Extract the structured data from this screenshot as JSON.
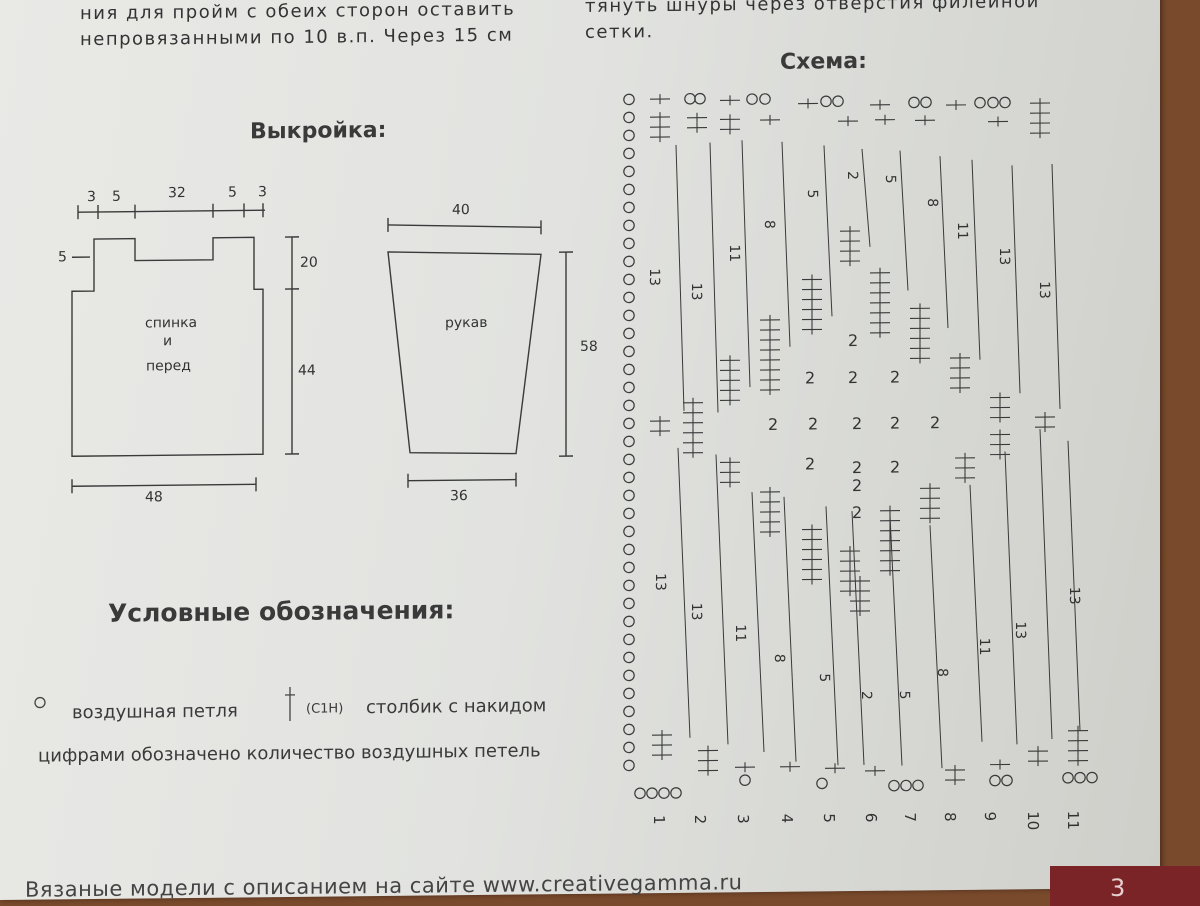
{
  "top_text": {
    "left": "ния для пройм с обеих сторон оставить непровязанными по 10 в.п. Через 15 см",
    "right": "тянуть шнуры через отверстия филейной сетки."
  },
  "pattern": {
    "heading": "Выкройка:",
    "body": {
      "label_line1": "спинка",
      "label_line2": "и",
      "label_line3": "перед",
      "top_dims": [
        "3",
        "5",
        "32",
        "5",
        "3"
      ],
      "left_dim": "5",
      "right_dims": [
        "20",
        "44"
      ],
      "bottom_dim": "48"
    },
    "sleeve": {
      "label": "рукав",
      "top_dim": "40",
      "right_dim": "58",
      "bottom_dim": "36"
    }
  },
  "chart": {
    "heading": "Схема:",
    "column_numbers": [
      "1",
      "2",
      "3",
      "4",
      "5",
      "6",
      "7",
      "8",
      "9",
      "10",
      "11"
    ],
    "chain_counts_top": [
      "13",
      "13",
      "11",
      "8",
      "5",
      "2",
      "5",
      "8",
      "11",
      "13",
      "13"
    ],
    "chain_counts_middle": [
      "2",
      "2",
      "2",
      "2",
      "2",
      "2",
      "2",
      "2",
      "2",
      "2",
      "2",
      "2",
      "2",
      "2"
    ],
    "chain_counts_bottom": [
      "13",
      "13",
      "11",
      "8",
      "5",
      "2",
      "5",
      "8",
      "11",
      "13",
      "13"
    ]
  },
  "legend": {
    "heading": "Условные обозначения:",
    "chain_label": "воздушная петля",
    "dc_code": "(С1Н)",
    "dc_label": "столбик с накидом",
    "numbers_note": "цифрами обозначено количество воздушных петель"
  },
  "footer": {
    "text": "Вязаные модели с описанием на сайте www.creativegamma.ru",
    "page_number": "3"
  },
  "colors": {
    "paper": "#e3e4e1",
    "ink": "#333333",
    "accent_page": "#7a2428",
    "background": "#7a4a2c"
  }
}
